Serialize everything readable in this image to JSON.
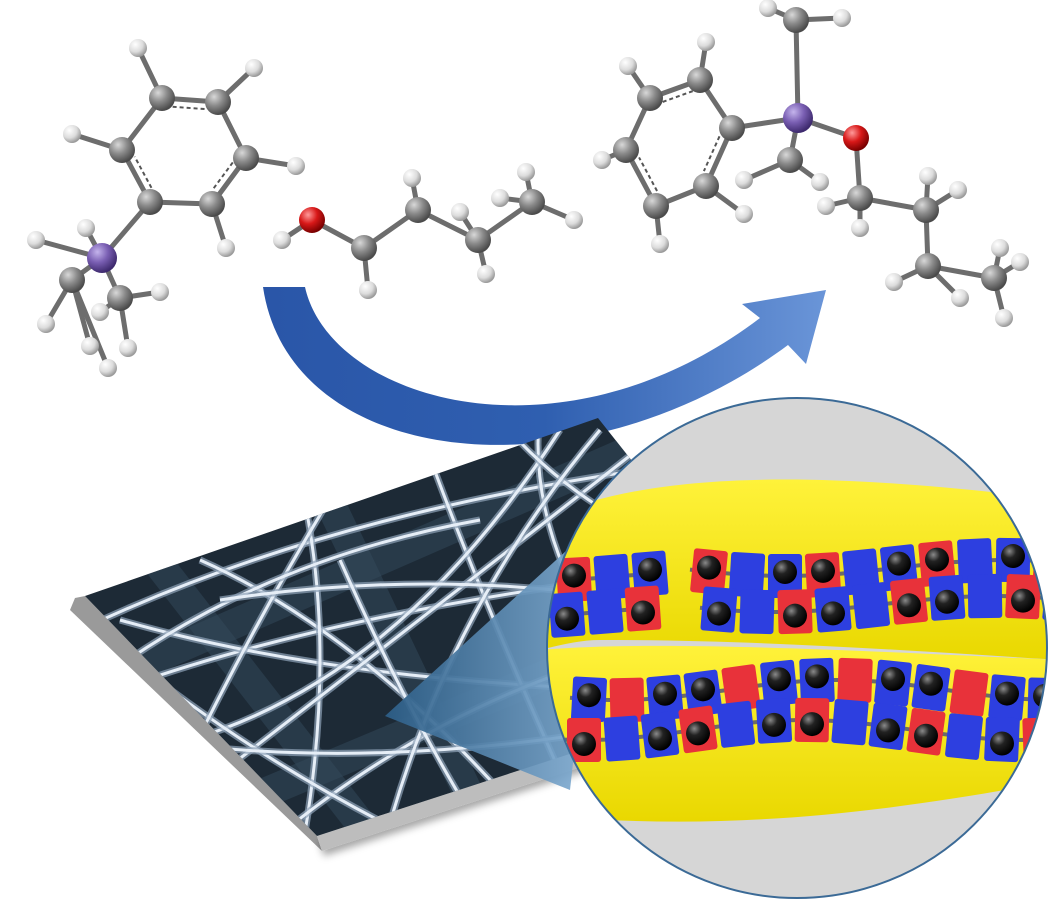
{
  "colors": {
    "background": "#ffffff",
    "carbon": "#7a7a7a",
    "hydrogen": "#e4e4e4",
    "nitrogen": "#7a5fb3",
    "oxygen": "#d81818",
    "arrow": "#2f5fb0",
    "fiber_bg": "#1d2a36",
    "fiber": "#dbe6f2",
    "zoom_bg": "#d6d6d6",
    "zoom_band": "#fff200",
    "block_red": "#e8323a",
    "block_blue": "#2d3fe0",
    "bead": "#111111"
  },
  "scene": {
    "reactant_1": "dimethylaniline-molecule",
    "reactant_2": "butanol-molecule",
    "product": "ether-product-molecule",
    "arrow": "curved-reaction-arrow",
    "catalyst": "nanofiber-mat",
    "zoom": "polymer-chain-magnification"
  }
}
